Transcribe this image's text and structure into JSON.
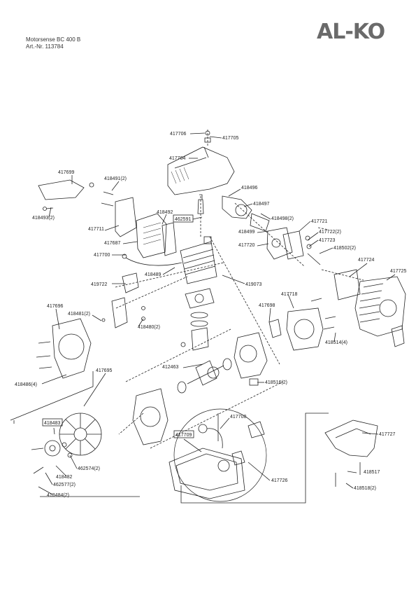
{
  "header": {
    "title": "Motorsense BC 400 B",
    "article": "Art.-Nr. 113784",
    "brand": "AL-KO"
  },
  "part_labels": [
    {
      "id": "l417706",
      "text": "417706"
    },
    {
      "id": "l417705",
      "text": "417705"
    },
    {
      "id": "l417704",
      "text": "417704"
    },
    {
      "id": "l417699",
      "text": "417699"
    },
    {
      "id": "l418491",
      "text": "418491(2)"
    },
    {
      "id": "l418496",
      "text": "418496"
    },
    {
      "id": "l418493",
      "text": "418493(2)"
    },
    {
      "id": "l418492",
      "text": "418492"
    },
    {
      "id": "l418497",
      "text": "418497"
    },
    {
      "id": "l417711",
      "text": "417711"
    },
    {
      "id": "l462591",
      "text": "462591"
    },
    {
      "id": "l418498",
      "text": "418498(2)"
    },
    {
      "id": "l417721",
      "text": "417721"
    },
    {
      "id": "l417687",
      "text": "417687"
    },
    {
      "id": "l418499",
      "text": "418499"
    },
    {
      "id": "l417722",
      "text": "417722(2)"
    },
    {
      "id": "l417720",
      "text": "417720"
    },
    {
      "id": "l417723",
      "text": "417723"
    },
    {
      "id": "l417700",
      "text": "417700"
    },
    {
      "id": "l418502",
      "text": "418502(2)"
    },
    {
      "id": "l417724",
      "text": "417724"
    },
    {
      "id": "l417725",
      "text": "417725"
    },
    {
      "id": "l418489",
      "text": "418489"
    },
    {
      "id": "l419722",
      "text": "419722"
    },
    {
      "id": "l419073",
      "text": "419073"
    },
    {
      "id": "l417718",
      "text": "417718"
    },
    {
      "id": "l417696",
      "text": "417696"
    },
    {
      "id": "l418481",
      "text": "418481(2)"
    },
    {
      "id": "l417698",
      "text": "417698"
    },
    {
      "id": "l418480",
      "text": "418480(2)"
    },
    {
      "id": "l418514",
      "text": "418514(4)"
    },
    {
      "id": "l417695",
      "text": "417695"
    },
    {
      "id": "l412463",
      "text": "412463"
    },
    {
      "id": "l418486",
      "text": "418486(4)"
    },
    {
      "id": "l418516",
      "text": "418516(2)"
    },
    {
      "id": "l417708",
      "text": "417708"
    },
    {
      "id": "l418483",
      "text": "418483"
    },
    {
      "id": "l417727",
      "text": "417727"
    },
    {
      "id": "l417709",
      "text": "417709"
    },
    {
      "id": "l462574",
      "text": "462574(2)"
    },
    {
      "id": "l418517",
      "text": "418517"
    },
    {
      "id": "l418482",
      "text": "418482"
    },
    {
      "id": "l417726",
      "text": "417726"
    },
    {
      "id": "l462577",
      "text": "462577(2)"
    },
    {
      "id": "l418518",
      "text": "418518(2)"
    },
    {
      "id": "l418484",
      "text": "418484(2)"
    }
  ],
  "boxed_labels": [
    "462591",
    "418483",
    "417709"
  ]
}
